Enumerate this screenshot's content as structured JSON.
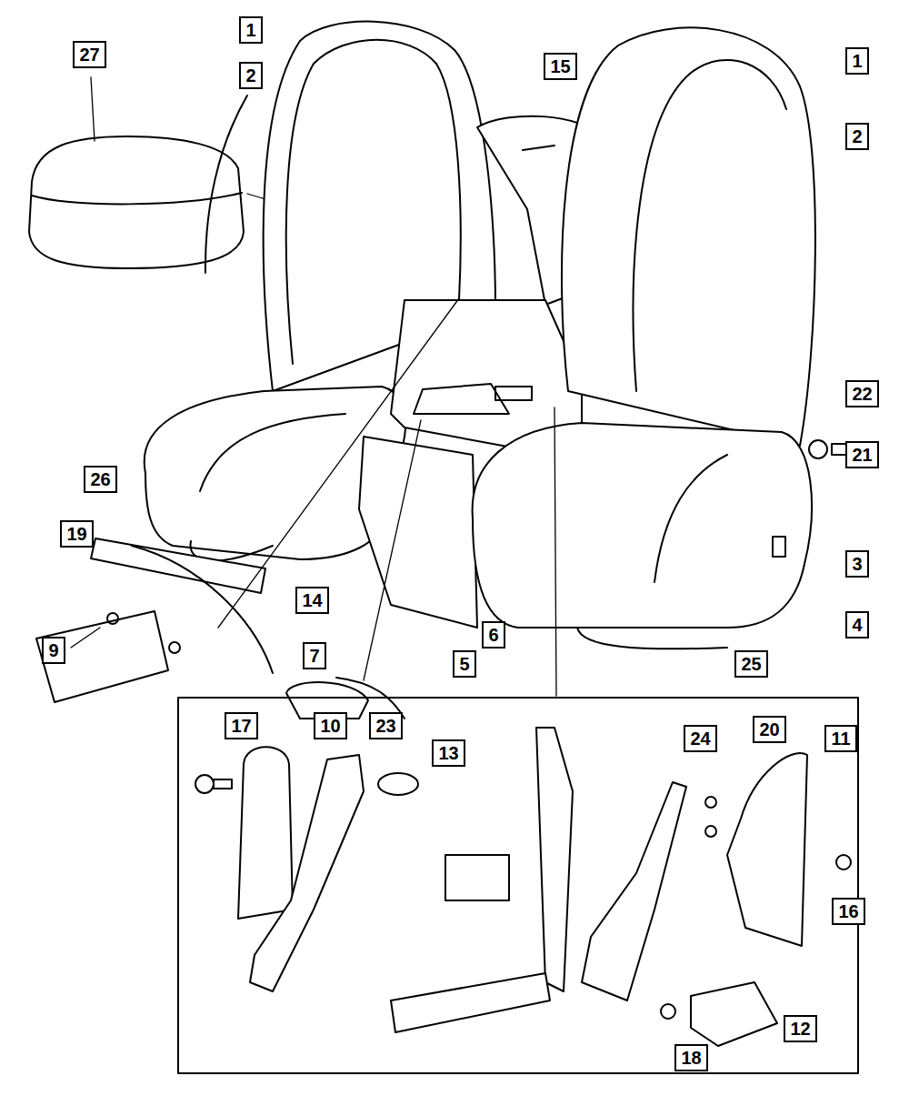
{
  "diagram": {
    "nodes": [
      {
        "text": [
          "1"
        ]
      },
      {
        "text": [
          "27"
        ]
      },
      {
        "text": [
          "1"
        ]
      },
      {
        "text": [
          "15"
        ]
      },
      {
        "text": [
          "2"
        ]
      },
      {
        "text": [
          "2"
        ]
      },
      {
        "text": [
          "22"
        ]
      },
      {
        "text": [
          "21"
        ]
      },
      {
        "text": [
          "26"
        ]
      },
      {
        "text": [
          "19"
        ]
      },
      {
        "text": [
          "3"
        ]
      },
      {
        "text": [
          "14"
        ]
      },
      {
        "text": [
          "4"
        ]
      },
      {
        "text": [
          "6"
        ]
      },
      {
        "text": [
          "9"
        ]
      },
      {
        "text": [
          "7"
        ]
      },
      {
        "text": [
          "5"
        ]
      },
      {
        "text": [
          "25"
        ]
      },
      {
        "text": [
          "17"
        ]
      },
      {
        "text": [
          "10"
        ]
      },
      {
        "text": [
          "23"
        ]
      },
      {
        "text": [
          "20"
        ]
      },
      {
        "text": [
          "24"
        ]
      },
      {
        "text": [
          "11"
        ]
      },
      {
        "text": [
          "13"
        ]
      },
      {
        "text": [
          "16"
        ]
      },
      {
        "text": [
          "12"
        ]
      },
      {
        "text": [
          "18"
        ]
      }
    ]
  }
}
